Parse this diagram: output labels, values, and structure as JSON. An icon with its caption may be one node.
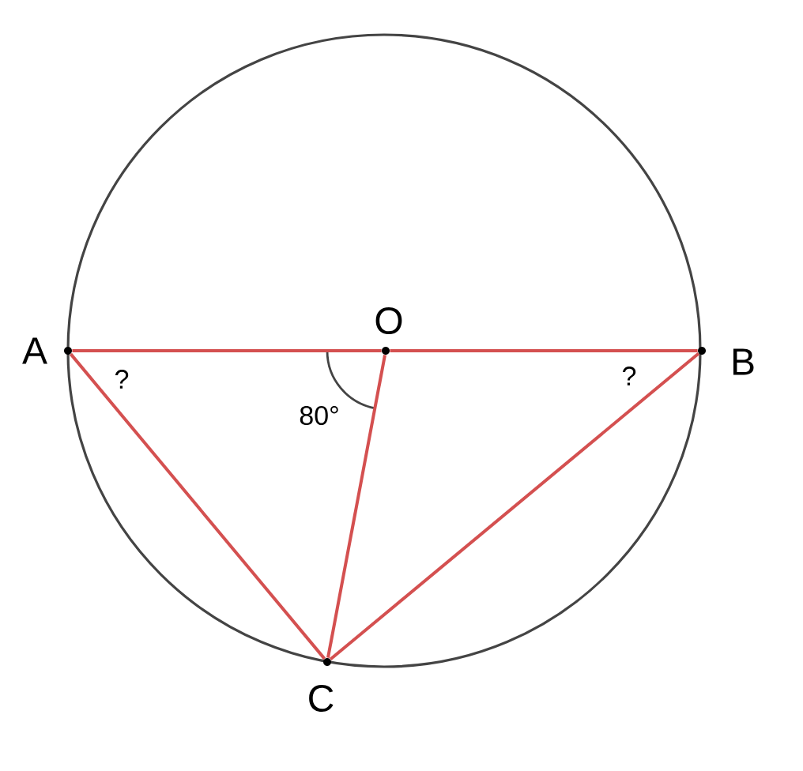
{
  "diagram": {
    "nodes": [
      {
        "text": [
          "A"
        ]
      },
      {
        "text": [
          "O"
        ]
      },
      {
        "text": [
          "B"
        ]
      },
      {
        "text": [
          "C"
        ]
      }
    ],
    "edges": [
      {
        "from": 0,
        "to": 1,
        "arrow": "none"
      },
      {
        "from": 1,
        "to": 2,
        "arrow": "none"
      },
      {
        "from": 0,
        "to": 3,
        "arrow": "none"
      },
      {
        "from": 1,
        "to": 3,
        "arrow": "none"
      },
      {
        "from": 2,
        "to": 3,
        "arrow": "none"
      }
    ],
    "labels": [
      "?",
      "?",
      "80°"
    ]
  }
}
